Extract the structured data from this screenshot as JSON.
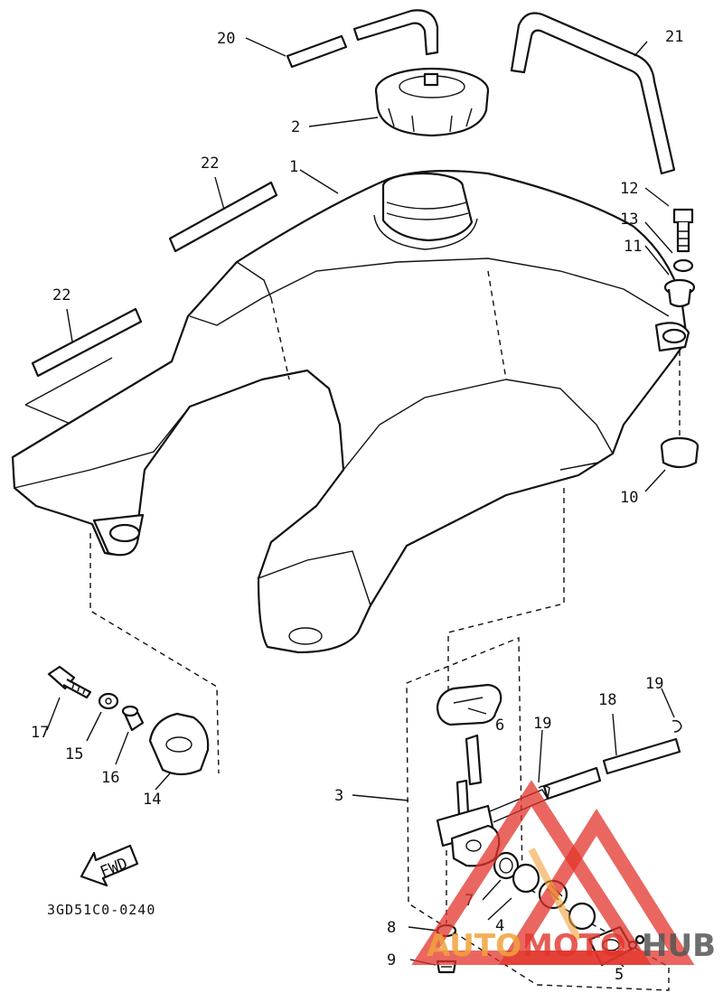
{
  "diagram": {
    "callouts": {
      "c1": "1",
      "c2": "2",
      "c3": "3",
      "c4": "4",
      "c5": "5",
      "c6": "6",
      "c7": "7",
      "c8": "8",
      "c9": "9",
      "c10": "10",
      "c11": "11",
      "c12": "12",
      "c13": "13",
      "c14": "14",
      "c15": "15",
      "c16": "16",
      "c17": "17",
      "c18": "18",
      "c19a": "19",
      "c19b": "19",
      "c20": "20",
      "c21": "21",
      "c22a": "22",
      "c22b": "22"
    },
    "fwd_arrow_label": "FWD",
    "drawing_code": "3GD51C0-0240"
  },
  "watermark": {
    "text_auto": "AUTO",
    "text_moto": "MOTO",
    "text_hub": "HUB",
    "color_red": "#e2342b",
    "color_orange": "#f2a23a",
    "color_gray": "#555555"
  }
}
